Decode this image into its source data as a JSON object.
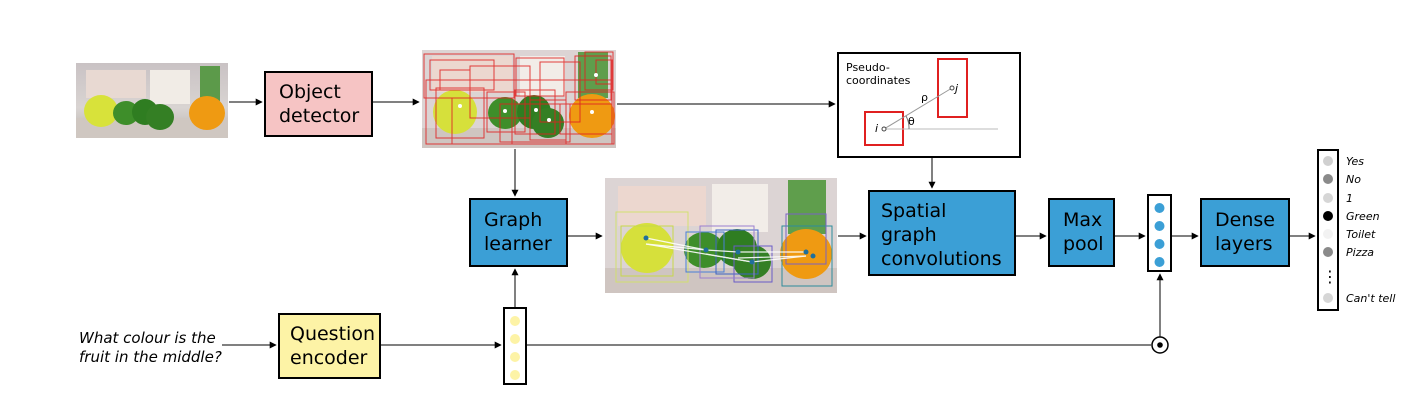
{
  "colors": {
    "pink_box": "#f6c4c4",
    "blue_box": "#3b9fd6",
    "yellow_box": "#fdf3a6",
    "region_red": "#e02020",
    "dot_blue": "#3b9fd6"
  },
  "object_detector": {
    "line1": "Object",
    "line2": "detector"
  },
  "graph_learner": {
    "line1": "Graph",
    "line2": "learner"
  },
  "spatial_graph_conv": {
    "line1": "Spatial",
    "line2": "graph",
    "line3": "convolutions"
  },
  "max_pool": {
    "line1": "Max",
    "line2": "pool"
  },
  "dense_layers": {
    "line1": "Dense",
    "line2": "layers"
  },
  "question_encoder": {
    "line1": "Question",
    "line2": "encoder"
  },
  "question": {
    "line1": "What colour is the",
    "line2": "fruit in the middle?"
  },
  "pseudo": {
    "title1": "Pseudo-",
    "title2": "coordinates",
    "node_i": "i",
    "node_j": "j",
    "rho": "ρ",
    "theta": "θ"
  },
  "answers": [
    "Yes",
    "No",
    "1",
    "Green",
    "Toilet",
    "Pizza",
    "Can't tell"
  ],
  "answer_ellipsis": "⋮",
  "fusion_symbol": "⊙"
}
